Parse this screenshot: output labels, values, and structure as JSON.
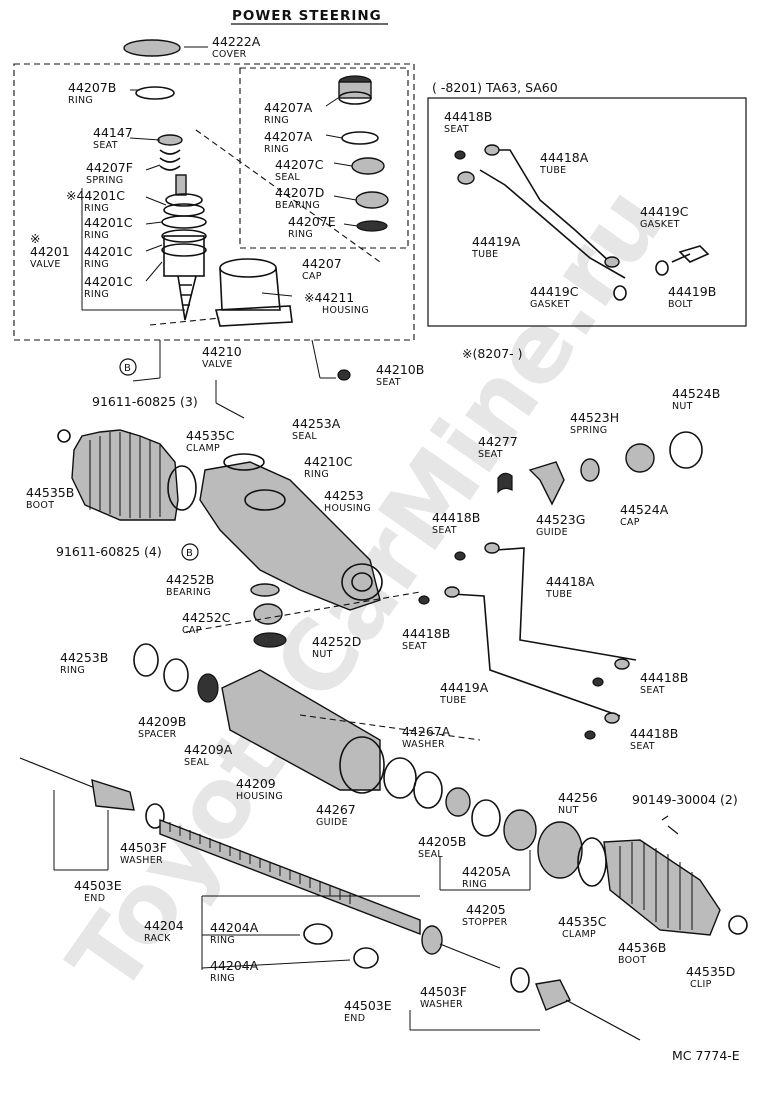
{
  "title": "POWER STEERING",
  "watermark": "ToyotaCarMine.ru",
  "footer_code": "MC 7774-E",
  "sections": {
    "top_right_header": "(      -8201) TA63, SA60",
    "mid_right_header": "※(8207-          )"
  },
  "labels": [
    {
      "id": "l1",
      "num": "44222A",
      "sub": "COVER"
    },
    {
      "id": "l2",
      "num": "44207B",
      "sub": "RING"
    },
    {
      "id": "l3",
      "num": "44147",
      "sub": "SEAT"
    },
    {
      "id": "l4",
      "num": "44207F",
      "sub": "SPRING"
    },
    {
      "id": "l5",
      "num": "※44201C",
      "sub": "RING"
    },
    {
      "id": "l6",
      "num": "44201C",
      "sub": "RING"
    },
    {
      "id": "l7",
      "num": "44201C",
      "sub": "RING"
    },
    {
      "id": "l8",
      "num": "44201C",
      "sub": "RING"
    },
    {
      "id": "l9",
      "num": "※\n44201",
      "sub": "VALVE"
    },
    {
      "id": "l10",
      "num": "44207A",
      "sub": "RING"
    },
    {
      "id": "l11",
      "num": "44207A",
      "sub": "RING"
    },
    {
      "id": "l12",
      "num": "44207C",
      "sub": "SEAL"
    },
    {
      "id": "l13",
      "num": "44207D",
      "sub": "BEARING"
    },
    {
      "id": "l14",
      "num": "44207E",
      "sub": "RING"
    },
    {
      "id": "l15",
      "num": "44207",
      "sub": "CAP"
    },
    {
      "id": "l16",
      "num": "※44211",
      "sub": "HOUSING"
    },
    {
      "id": "l17",
      "num": "44210",
      "sub": "VALVE"
    },
    {
      "id": "l18",
      "num": "44210B",
      "sub": "SEAT"
    },
    {
      "id": "l19",
      "num": "91611-60825 (3)",
      "sub": ""
    },
    {
      "id": "l20",
      "num": "44418B",
      "sub": "SEAT"
    },
    {
      "id": "l21",
      "num": "44418A",
      "sub": "TUBE"
    },
    {
      "id": "l22",
      "num": "44419C",
      "sub": "GASKET"
    },
    {
      "id": "l23",
      "num": "44419A",
      "sub": "TUBE"
    },
    {
      "id": "l24",
      "num": "44419C",
      "sub": "GASKET"
    },
    {
      "id": "l25",
      "num": "44419B",
      "sub": "BOLT"
    },
    {
      "id": "l26",
      "num": "44524B",
      "sub": "NUT"
    },
    {
      "id": "l27",
      "num": "44523H",
      "sub": "SPRING"
    },
    {
      "id": "l28",
      "num": "44277",
      "sub": "SEAT"
    },
    {
      "id": "l29",
      "num": "44523G",
      "sub": "GUIDE"
    },
    {
      "id": "l30",
      "num": "44524A",
      "sub": "CAP"
    },
    {
      "id": "l31",
      "num": "44535C",
      "sub": "CLAMP"
    },
    {
      "id": "l32",
      "num": "44253A",
      "sub": "SEAL"
    },
    {
      "id": "l33",
      "num": "44210C",
      "sub": "RING"
    },
    {
      "id": "l34",
      "num": "44535B",
      "sub": "BOOT"
    },
    {
      "id": "l35",
      "num": "44253",
      "sub": "HOUSING"
    },
    {
      "id": "l36",
      "num": "44418B",
      "sub": "SEAT"
    },
    {
      "id": "l37",
      "num": "91611-60825 (4)",
      "sub": ""
    },
    {
      "id": "l38",
      "num": "44252B",
      "sub": "BEARING"
    },
    {
      "id": "l39",
      "num": "44252C",
      "sub": "CAP"
    },
    {
      "id": "l40",
      "num": "44252D",
      "sub": "NUT"
    },
    {
      "id": "l41",
      "num": "44418B",
      "sub": "SEAT"
    },
    {
      "id": "l42",
      "num": "44418A",
      "sub": "TUBE"
    },
    {
      "id": "l43",
      "num": "44253B",
      "sub": "RING"
    },
    {
      "id": "l44",
      "num": "44209B",
      "sub": "SPACER"
    },
    {
      "id": "l45",
      "num": "44209A",
      "sub": "SEAL"
    },
    {
      "id": "l46",
      "num": "44209",
      "sub": "HOUSING"
    },
    {
      "id": "l47",
      "num": "44419A",
      "sub": "TUBE"
    },
    {
      "id": "l48",
      "num": "44418B",
      "sub": "SEAT"
    },
    {
      "id": "l49",
      "num": "44418B",
      "sub": "SEAT"
    },
    {
      "id": "l50",
      "num": "44267A",
      "sub": "WASHER"
    },
    {
      "id": "l51",
      "num": "44267",
      "sub": "GUIDE"
    },
    {
      "id": "l52",
      "num": "44256",
      "sub": "NUT"
    },
    {
      "id": "l53",
      "num": "90149-30004 (2)",
      "sub": ""
    },
    {
      "id": "l54",
      "num": "44503F",
      "sub": "WASHER"
    },
    {
      "id": "l55",
      "num": "44503E",
      "sub": "END"
    },
    {
      "id": "l56",
      "num": "44205B",
      "sub": "SEAL"
    },
    {
      "id": "l57",
      "num": "44205A",
      "sub": "RING"
    },
    {
      "id": "l58",
      "num": "44205",
      "sub": "STOPPER"
    },
    {
      "id": "l59",
      "num": "44535C",
      "sub": "CLAMP"
    },
    {
      "id": "l60",
      "num": "44536B",
      "sub": "BOOT"
    },
    {
      "id": "l61",
      "num": "44204",
      "sub": "RACK"
    },
    {
      "id": "l62",
      "num": "44204A",
      "sub": "RING"
    },
    {
      "id": "l63",
      "num": "44204A",
      "sub": "RING"
    },
    {
      "id": "l64",
      "num": "44535D",
      "sub": "CLIP"
    },
    {
      "id": "l65",
      "num": "44503F",
      "sub": "WASHER"
    },
    {
      "id": "l66",
      "num": "44503E",
      "sub": "END"
    }
  ]
}
